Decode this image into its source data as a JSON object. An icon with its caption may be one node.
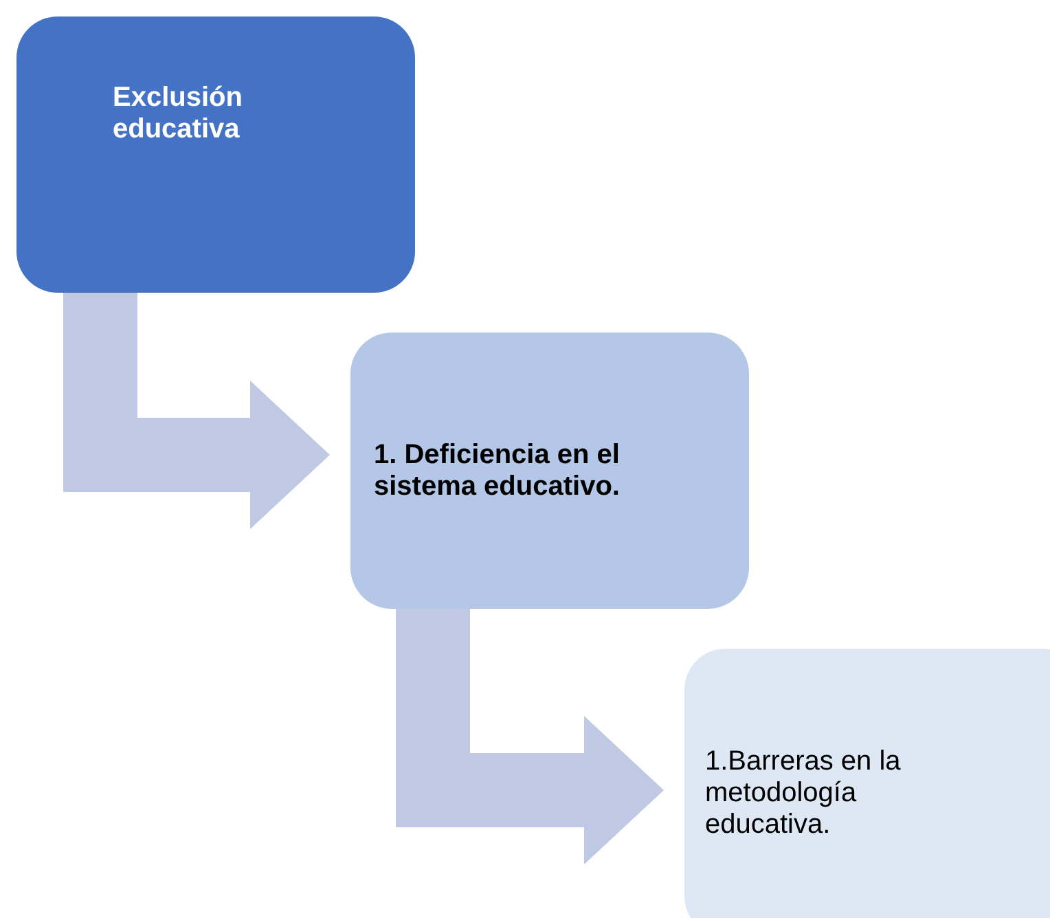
{
  "diagram": {
    "nodes": [
      {
        "text": [
          "Exclusión educativa"
        ]
      },
      {
        "text": [
          "1. Deficiencia en el sistema educativo."
        ]
      },
      {
        "text": [
          "1.Barreras en la metodología educativa."
        ]
      }
    ],
    "edges": [
      {
        "from": 0,
        "to": 1,
        "arrow": "to"
      },
      {
        "from": 1,
        "to": 2,
        "arrow": "to"
      }
    ]
  }
}
